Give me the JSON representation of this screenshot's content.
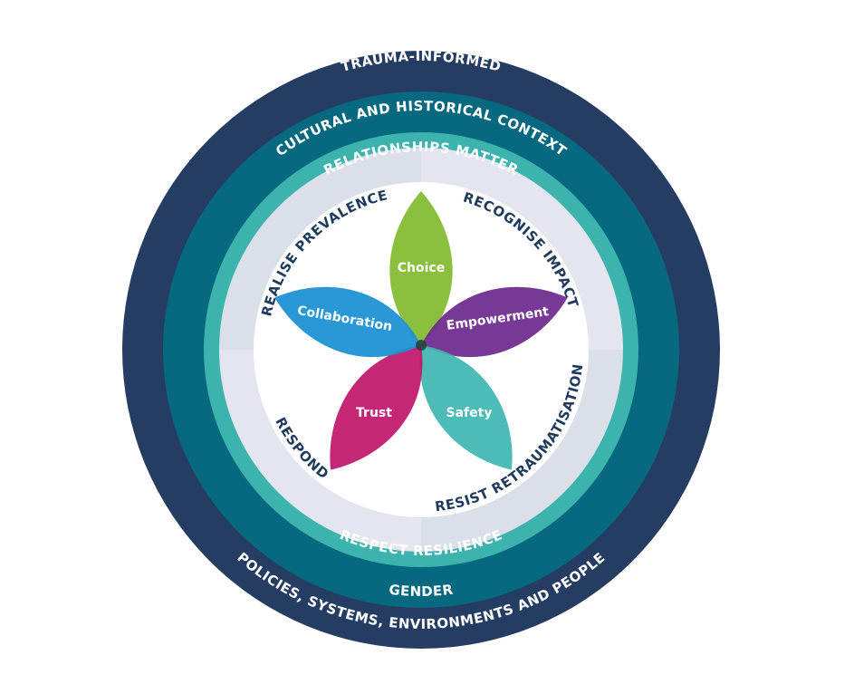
{
  "rings": {
    "outer_top": "TRAUMA-INFORMED",
    "outer_bottom": "POLICIES, SYSTEMS, ENVIRONMENTS AND PEOPLE",
    "middle_top": "CULTURAL AND HISTORICAL CONTEXT",
    "middle_bottom": "GENDER",
    "inner_top": "RELATIONSHIPS  MATTER",
    "inner_bottom": "RESPECT RESILIENCE"
  },
  "quadrants": {
    "top_left": "REALISE PREVALENCE",
    "top_right": "RECOGNISE IMPACT",
    "bottom_right": "RESIST RETRAUMATISATION",
    "bottom_left": "RESPOND"
  },
  "petals": {
    "choice": "Choice",
    "empowerment": "Empowerment",
    "safety": "Safety",
    "trust": "Trust",
    "collaboration": "Collaboration"
  },
  "colors": {
    "outer_ring": "#253d62",
    "middle_ring": "#06697f",
    "inner_ring": "#3db3ad",
    "quadrant_light": "#e3e6ee",
    "quadrant_lighter": "#dadfe8",
    "choice": "#82bb2f",
    "empowerment": "#6e2a8e",
    "safety": "#3fb6b0",
    "trust": "#c0176c",
    "collaboration": "#1a90d4"
  }
}
